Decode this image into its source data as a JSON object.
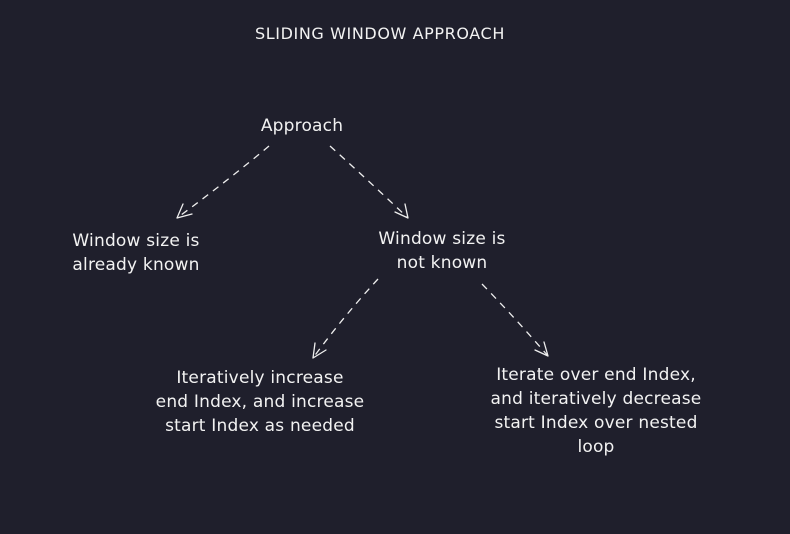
{
  "title": "SLIDING WINDOW APPROACH",
  "colors": {
    "background": "#1f1f2c",
    "foreground": "#f2f2f2"
  },
  "nodes": {
    "approach": "Approach",
    "known": "Window size is\nalready known",
    "unknown": "Window size is\nnot known",
    "increase": "Iteratively increase\nend Index, and increase\nstart Index as needed",
    "decrease": "Iterate over end Index,\nand iteratively decrease\nstart Index over nested\nloop"
  },
  "edges": [
    {
      "from": "approach",
      "to": "known"
    },
    {
      "from": "approach",
      "to": "unknown"
    },
    {
      "from": "unknown",
      "to": "increase"
    },
    {
      "from": "unknown",
      "to": "decrease"
    }
  ]
}
